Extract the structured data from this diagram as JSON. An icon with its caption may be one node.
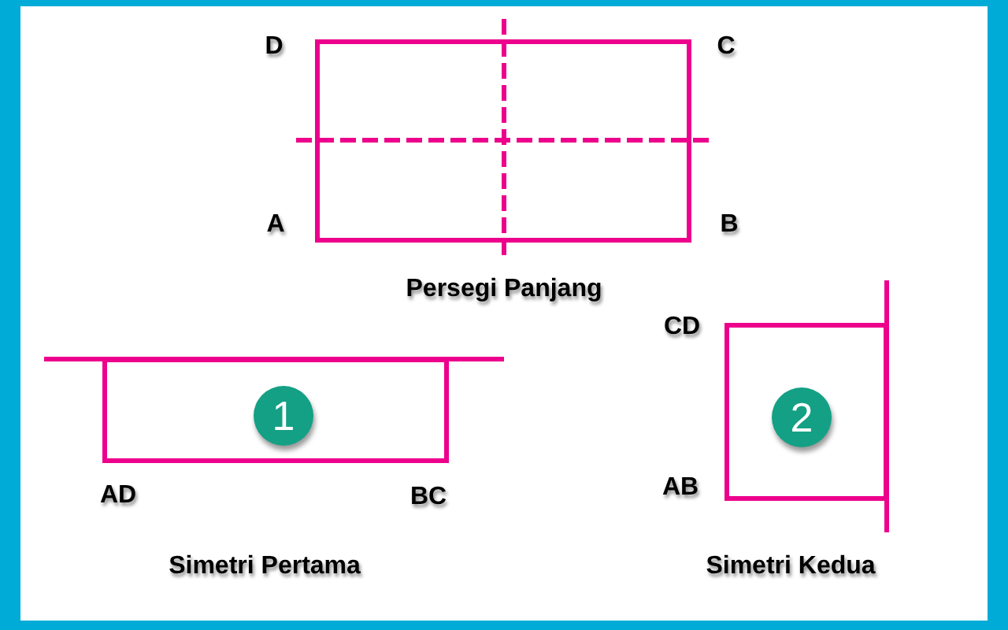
{
  "diagram": {
    "nodes": [
      {
        "text": [],
        "shape": "box",
        "beside": [
          "D",
          "C",
          "A",
          "B",
          "Persegi Panjang"
        ]
      },
      {
        "text": [],
        "shape": "box",
        "beside": [
          "AD",
          "BC",
          "Simetri Pertama"
        ]
      },
      {
        "text": [
          "1"
        ],
        "in": 1
      },
      {
        "text": [],
        "shape": "box",
        "beside": [
          "CD",
          "AB",
          "Simetri Kedua"
        ]
      },
      {
        "text": [
          "2"
        ],
        "in": 3
      }
    ]
  }
}
